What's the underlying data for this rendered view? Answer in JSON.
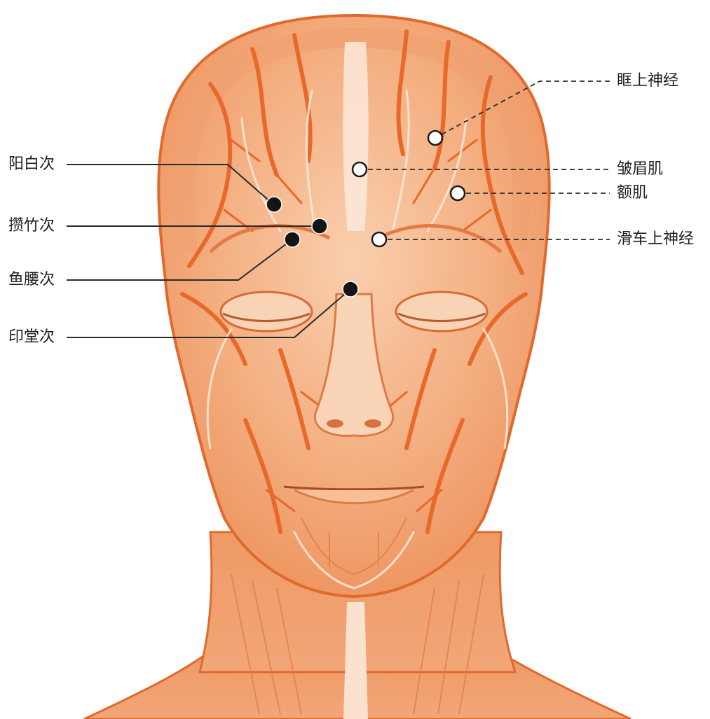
{
  "left_labels": [
    {
      "id": "yangbaici",
      "text": "阳白次"
    },
    {
      "id": "cuanzhuci",
      "text": "攒竹次"
    },
    {
      "id": "yuyaoci",
      "text": "鱼腰次"
    },
    {
      "id": "yintangci",
      "text": "印堂次"
    }
  ],
  "right_labels": [
    {
      "id": "supraorbital-nerve",
      "text": "眶上神经"
    },
    {
      "id": "corrugator",
      "text": "皱眉肌"
    },
    {
      "id": "frontalis",
      "text": "额肌"
    },
    {
      "id": "supratrochlear-nerve",
      "text": "滑车上神经"
    }
  ],
  "colors": {
    "skin": "#f4b184",
    "skin_light": "#f8ccab",
    "vessel": "#e8692a",
    "nerve": "#fbe7d6",
    "outline": "#e06a2e",
    "acupoint": "#141414",
    "anatomy_point": "#ffffff",
    "leader_line": "#2a2a2a"
  }
}
